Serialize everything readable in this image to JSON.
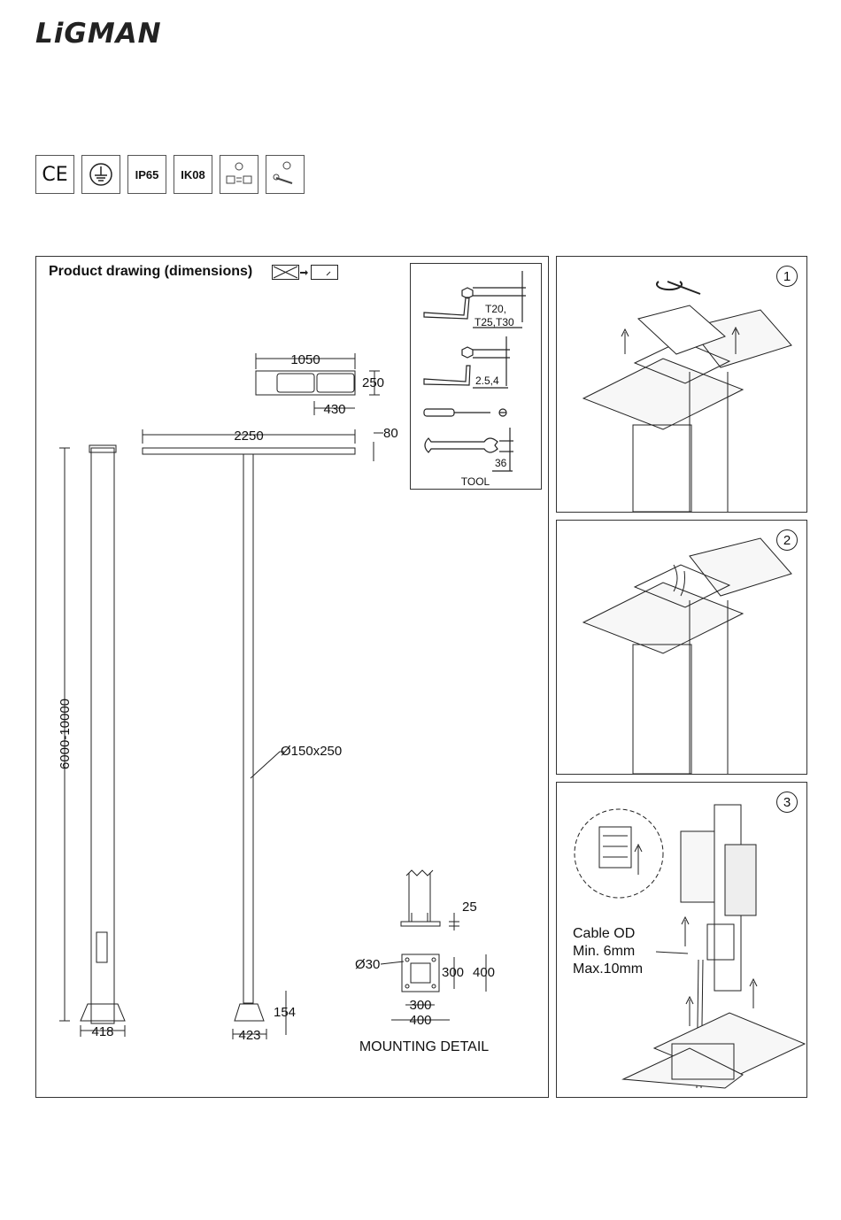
{
  "brand": {
    "name": "LiGMAN"
  },
  "certifications": [
    {
      "label": "CE",
      "icon": "ce-mark-icon"
    },
    {
      "label": "",
      "icon": "earth-ground-icon"
    },
    {
      "label": "IP65",
      "icon": "ip65-badge"
    },
    {
      "label": "IK08",
      "icon": "ik08-badge"
    },
    {
      "label": "",
      "icon": "driver-access-icon"
    },
    {
      "label": "",
      "icon": "tool-access-icon"
    }
  ],
  "drawing": {
    "title": "Product drawing (dimensions)",
    "dims": {
      "head_length": "1050",
      "head_width": "250",
      "head_offset": "430",
      "arm_span": "2250",
      "arm_thickness": "80",
      "pole_height": "6000-10000",
      "pole_section": "Ø150x250",
      "base_left": "418",
      "base_right": "423",
      "base_height": "154",
      "plate_thick": "25",
      "bolt_dia": "Ø30",
      "bolt_v": "300",
      "plate_v": "400",
      "bolt_h": "300",
      "plate_h": "400"
    },
    "mounting_label": "MOUNTING DETAIL"
  },
  "tools": {
    "title": "TOOL",
    "torx": "T20,",
    "torx2": "T25,T30",
    "hex": "2.5,4",
    "wrench": "36"
  },
  "steps": [
    {
      "number": "1"
    },
    {
      "number": "2"
    },
    {
      "number": "3",
      "cable_line1": "Cable OD",
      "cable_line2": "Min. 6mm",
      "cable_line3": "Max.10mm"
    }
  ]
}
